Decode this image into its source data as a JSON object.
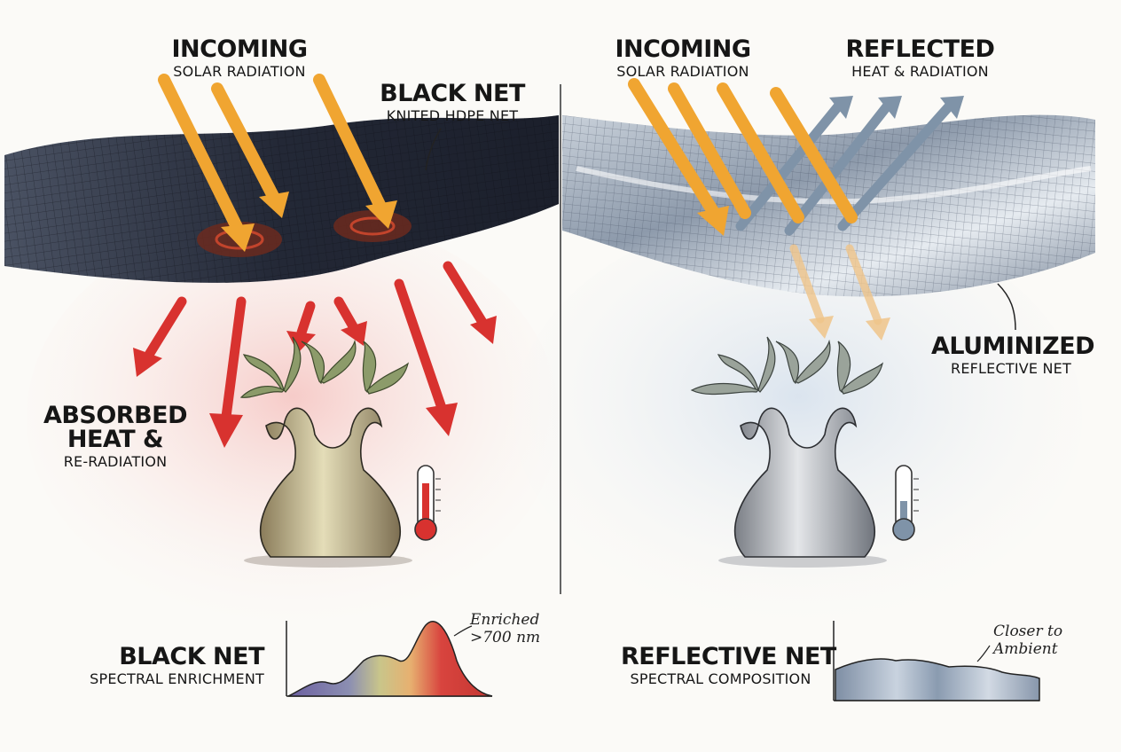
{
  "left_panel": {
    "incoming_title": "INCOMING",
    "incoming_sub": "SOLAR RADIATION",
    "net_title": "BLACK NET",
    "net_sub": "KNITED HDPE NET",
    "absorbed_line1": "ABSORBED",
    "absorbed_line2": "HEAT &",
    "absorbed_sub": "RE-RADIATION",
    "spectrum_title": "BLACK NET",
    "spectrum_sub": "SPECTRAL ENRICHMENT",
    "spectrum_note_line1": "Enriched",
    "spectrum_note_line2": ">700 nm"
  },
  "right_panel": {
    "incoming_title": "INCOMING",
    "incoming_sub": "SOLAR RADIATION",
    "reflected_title": "REFLECTED",
    "reflected_sub": "HEAT & RADIATION",
    "net_title": "ALUMINIZED",
    "net_sub": "REFLECTIVE NET",
    "spectrum_title": "REFLECTIVE NET",
    "spectrum_sub": "SPECTRAL COMPOSITION",
    "spectrum_note_line1": "Closer to",
    "spectrum_note_line2": "Ambient"
  },
  "colors": {
    "incoming_arrow": "#f0a531",
    "heat_arrow": "#d8322f",
    "reflected_arrow": "#7f93a8",
    "black_net": "#2a3040",
    "aluminized_net": "#a9b4c2",
    "warm_glow": "#f6cfcf",
    "cool_glow": "#dde6ef"
  },
  "icons": [
    "thermometer-hot-icon",
    "thermometer-cool-icon",
    "caudiciform-plant-icon"
  ]
}
